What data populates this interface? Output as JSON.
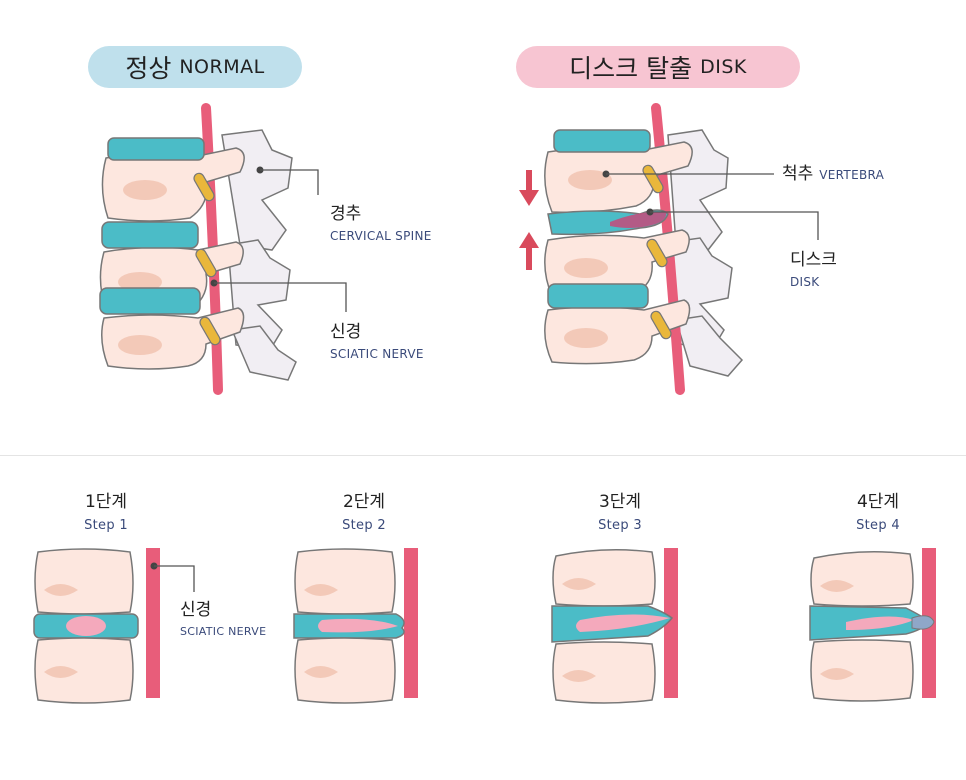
{
  "top": {
    "normal": {
      "title_ko": "정상",
      "title_en": "NORMAL"
    },
    "disk": {
      "title_ko": "디스크 탈출",
      "title_en": "DISK"
    }
  },
  "labels": {
    "cervical_ko": "경추",
    "cervical_en": "CERVICAL SPINE",
    "nerve_ko": "신경",
    "nerve_en": "SCIATIC NERVE",
    "vertebra_ko": "척추",
    "vertebra_en": "VERTEBRA",
    "disk_ko": "디스크",
    "disk_en": "DISK"
  },
  "steps": [
    {
      "ko": "1단계",
      "en": "Step 1"
    },
    {
      "ko": "2단계",
      "en": "Step 2"
    },
    {
      "ko": "3단계",
      "en": "Step 3"
    },
    {
      "ko": "4단계",
      "en": "Step 4"
    }
  ],
  "step_nerve": {
    "ko": "신경",
    "en": "SCIATIC NERVE"
  },
  "colors": {
    "bone": "#fde7df",
    "bone_shadow": "#f3c9b8",
    "disc": "#4bbcc7",
    "nucleus": "#f4a9bc",
    "nerve": "#e85d7a",
    "facet": "#e8e4ea",
    "joint": "#e9b73b",
    "arrow": "#d94a5c",
    "line": "#555555"
  }
}
